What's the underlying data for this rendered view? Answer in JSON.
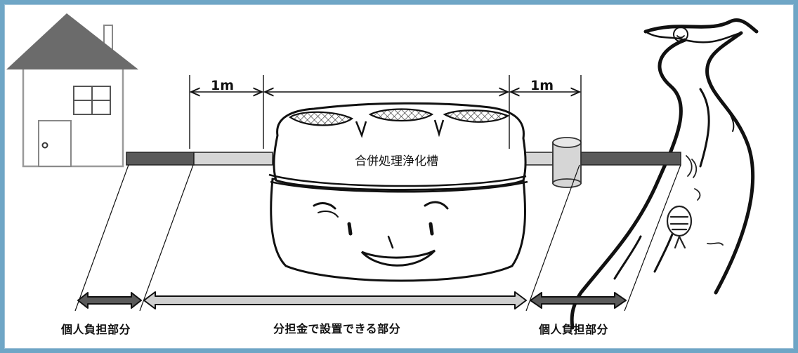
{
  "dimensions": {
    "left_clearance": "1m",
    "right_clearance": "1m"
  },
  "tank": {
    "label": "合併処理浄化槽"
  },
  "cost_split": {
    "left_label": "個人負担部分",
    "middle_label": "分担金で設置できる部分",
    "right_label": "個人負担部分"
  },
  "colors": {
    "private_pipe": "#595959",
    "subsidized_pipe": "#d6d6d6",
    "private_arrow": "#5a5a5a",
    "subsidized_arrow": "#cfcfcf",
    "house_roof": "#6b6b6b",
    "outline": "#222222",
    "frame_border": "#6fa6c6"
  }
}
